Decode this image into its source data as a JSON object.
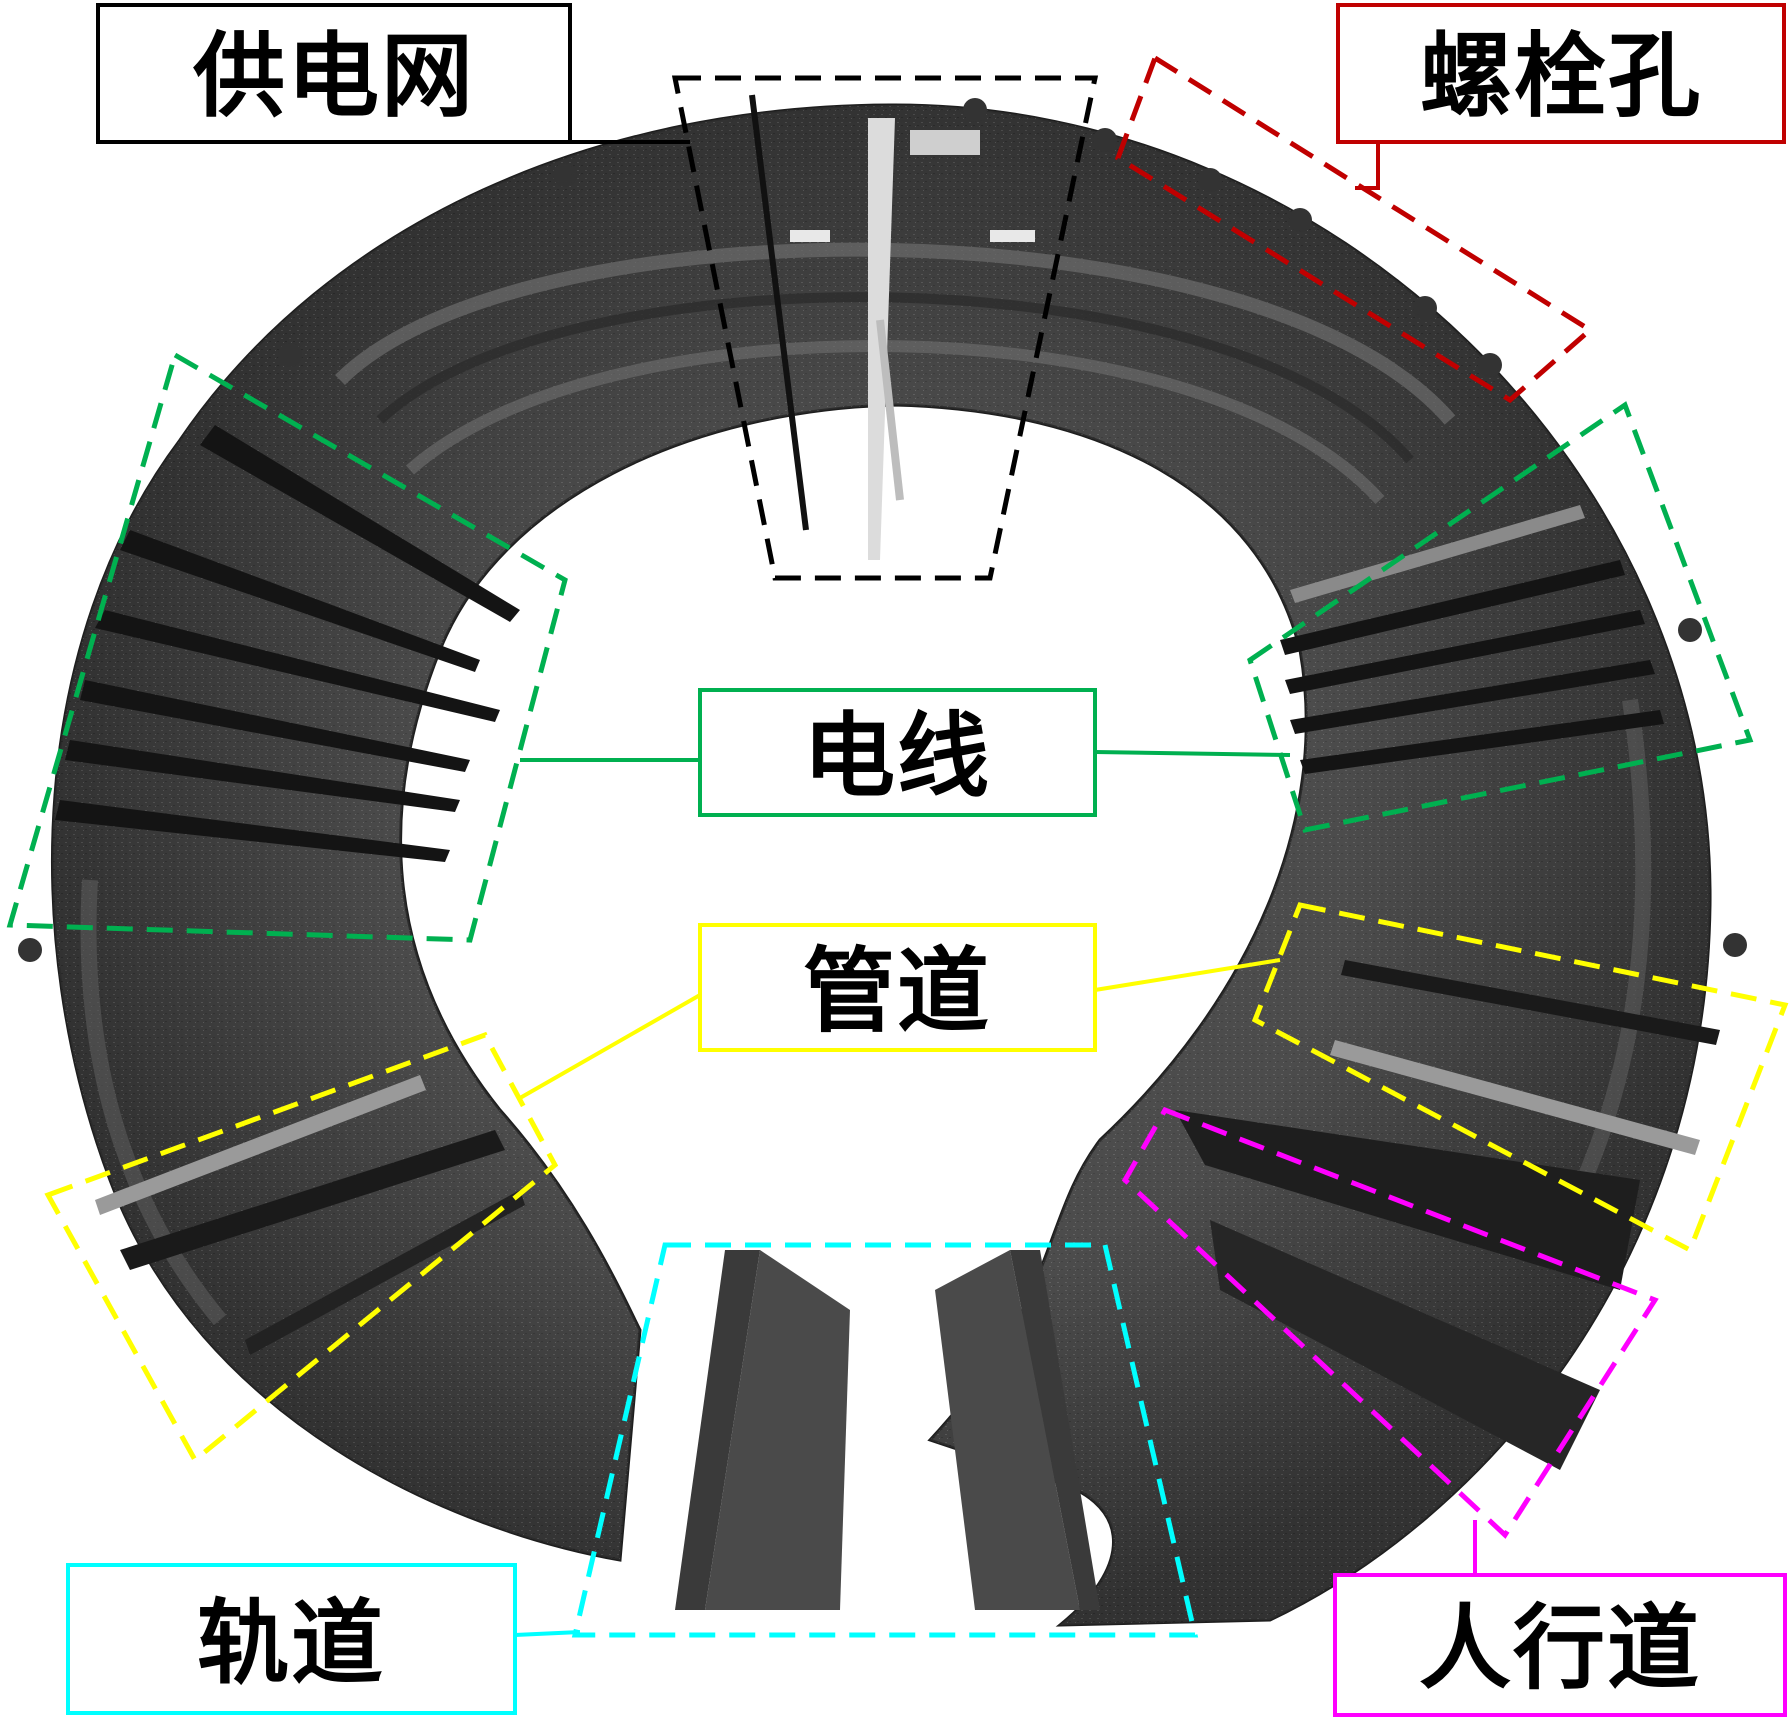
{
  "labels": {
    "power_grid": "供电网",
    "bolt_holes": "螺栓孔",
    "wires": "电线",
    "pipes": "管道",
    "track": "轨道",
    "walkway": "人行道"
  },
  "colors": {
    "power_grid": "#000000",
    "bolt_holes": "#c00000",
    "wires": "#00b050",
    "pipes": "#ffff00",
    "track": "#00ffff",
    "walkway": "#ff00ff",
    "tunnel_dark": "#2e2e2e",
    "tunnel_mid": "#4a4a4a",
    "tunnel_light": "#6a6a6a"
  }
}
